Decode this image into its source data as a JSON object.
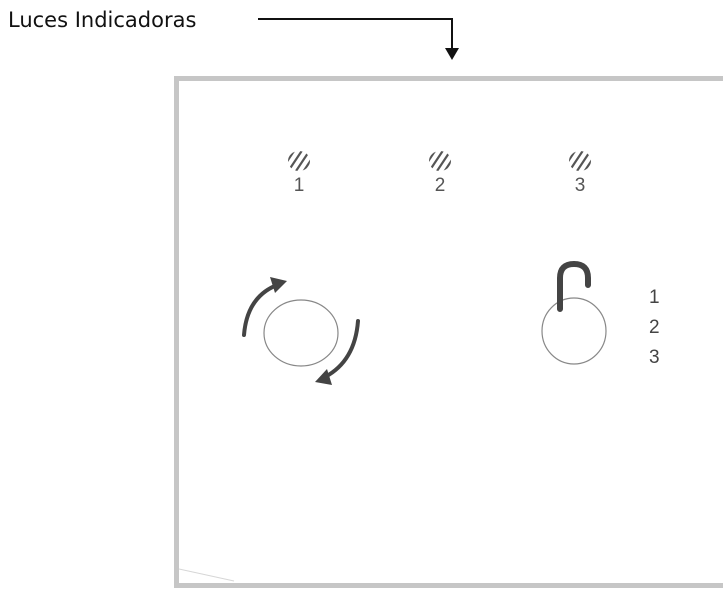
{
  "callout": {
    "label": "Luces Indicadoras"
  },
  "indicators": [
    {
      "number": "1"
    },
    {
      "number": "2"
    },
    {
      "number": "3"
    }
  ],
  "lock": {
    "levels": [
      "1",
      "2",
      "3"
    ]
  },
  "icons": {
    "rotate": "rotate-arrows-icon",
    "lock": "padlock-open-icon",
    "light": "indicator-light-icon"
  },
  "colors": {
    "panel_border": "#c6c6c6",
    "icon": "#444444",
    "text": "#111111"
  }
}
